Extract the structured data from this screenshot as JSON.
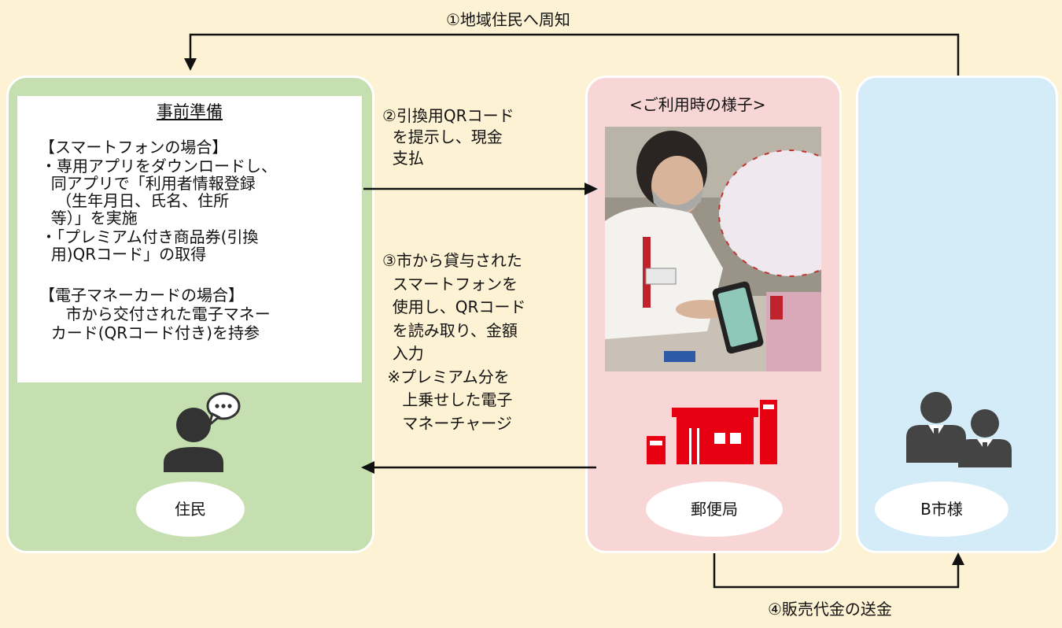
{
  "colors": {
    "background": "#fdf2d3",
    "resident_panel": "#c5dfb1",
    "post_panel": "#f9d6d6",
    "city_panel": "#d4ecf8",
    "post_icon": "#e60012",
    "person_icon": "#333333"
  },
  "flows": {
    "notify": "①地域住民へ周知",
    "present_qr": [
      "②引換用QRコード",
      "  を提示し、現金",
      "  支払"
    ],
    "scan": [
      "③市から貸与された",
      "  スマートフォンを",
      "  使用し、QRコード",
      "  を読み取り、金額",
      "  入力",
      " ※プレミアム分を",
      "    上乗せした電子",
      "    マネーチャージ"
    ],
    "remit": "④販売代金の送金"
  },
  "resident": {
    "prep_title": "事前準備",
    "lines": [
      "【スマートフォンの場合】",
      "・専用アプリをダウンロードし、",
      "  同アプリで「利用者情報登録",
      "   （生年月日、氏名、住所",
      "  等）」を実施",
      "・「プレミアム付き商品券(引換",
      "  用)QRコード」の取得",
      "",
      "【電子マネーカードの場合】",
      "     市から交付された電子マネー",
      "  カード(QRコード付き)を持参"
    ],
    "label": "住民",
    "icon": "person-speech-icon"
  },
  "post_office": {
    "photo_caption": "<ご利用時の様子>",
    "label": "郵便局",
    "icon": "post-office-icon"
  },
  "city": {
    "label": "B市様",
    "icon": "officials-icon"
  }
}
